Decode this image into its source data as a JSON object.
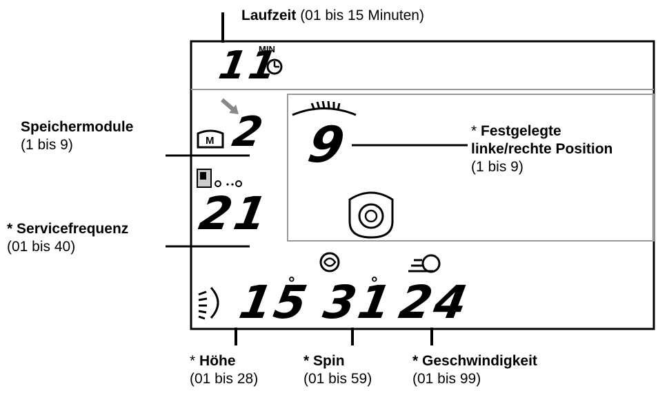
{
  "callouts": {
    "runtime": {
      "title": "Laufzeit",
      "range": "(01 bis 15 Minuten)"
    },
    "memory": {
      "title": "Speichermodule",
      "range": "(1 bis 9)"
    },
    "position": {
      "line1": "Festgelegte",
      "line2": "linke/rechte Position",
      "range": "(1 bis 9)"
    },
    "service": {
      "title": "Servicefrequenz",
      "range": "(01 bis 40)"
    },
    "height": {
      "title": "Höhe",
      "range": "(01 bis 28)"
    },
    "spin": {
      "title": "Spin",
      "range": "(01 bis 59)"
    },
    "speed": {
      "title": "Geschwindigkeit",
      "range": "(01 bis 99)"
    },
    "star": "*"
  },
  "display": {
    "runtime_value": "11",
    "min_label": "MIN",
    "memory_value": "2",
    "memory_icon_label": "M",
    "position_value": "9",
    "service_value": "21",
    "height_value": "15",
    "spin_value": "31",
    "speed_value": "24",
    "degree": "°"
  }
}
